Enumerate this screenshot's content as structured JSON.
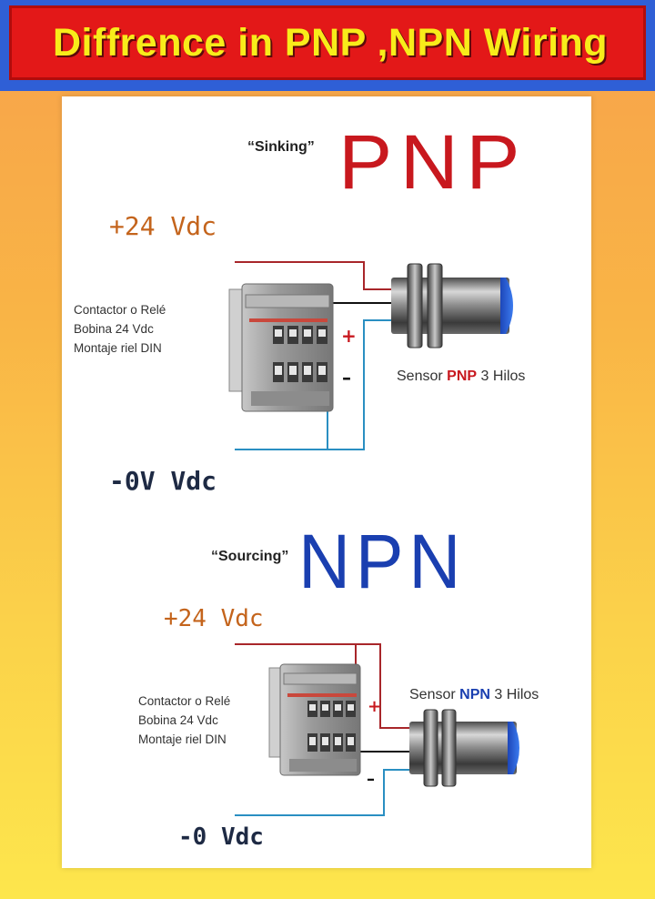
{
  "banner": {
    "title": "Diffrence in PNP ,NPN Wiring"
  },
  "pnp": {
    "mode_label": "“Sinking”",
    "title": "PNP",
    "supply_label": "+24  Vdc",
    "ground_label": "-0V  Vdc",
    "contactor_lines": [
      "Contactor o Relé",
      "Bobina 24 Vdc",
      "Montaje riel DIN"
    ],
    "plus_sign": "+",
    "minus_sign": "–",
    "sensor_prefix": "Sensor ",
    "sensor_type": "PNP",
    "sensor_suffix": " 3 Hilos"
  },
  "npn": {
    "mode_label": "“Sourcing”",
    "title": "NPN",
    "supply_label": "+24  Vdc",
    "ground_label": "-0  Vdc",
    "contactor_lines": [
      "Contactor o Relé",
      "Bobina 24 Vdc",
      "Montaje riel DIN"
    ],
    "plus_sign": "+",
    "minus_sign": "–",
    "sensor_prefix": "Sensor ",
    "sensor_type": "NPN",
    "sensor_suffix": " 3 Hilos"
  },
  "colors": {
    "pnp_red": "#c8181e",
    "npn_blue": "#1a3fb0",
    "supply_orange": "#c4641c",
    "ground_navy": "#1e2a44",
    "wire_red": "#a8262a",
    "wire_blue": "#2a8fc2",
    "wire_black": "#111111"
  }
}
